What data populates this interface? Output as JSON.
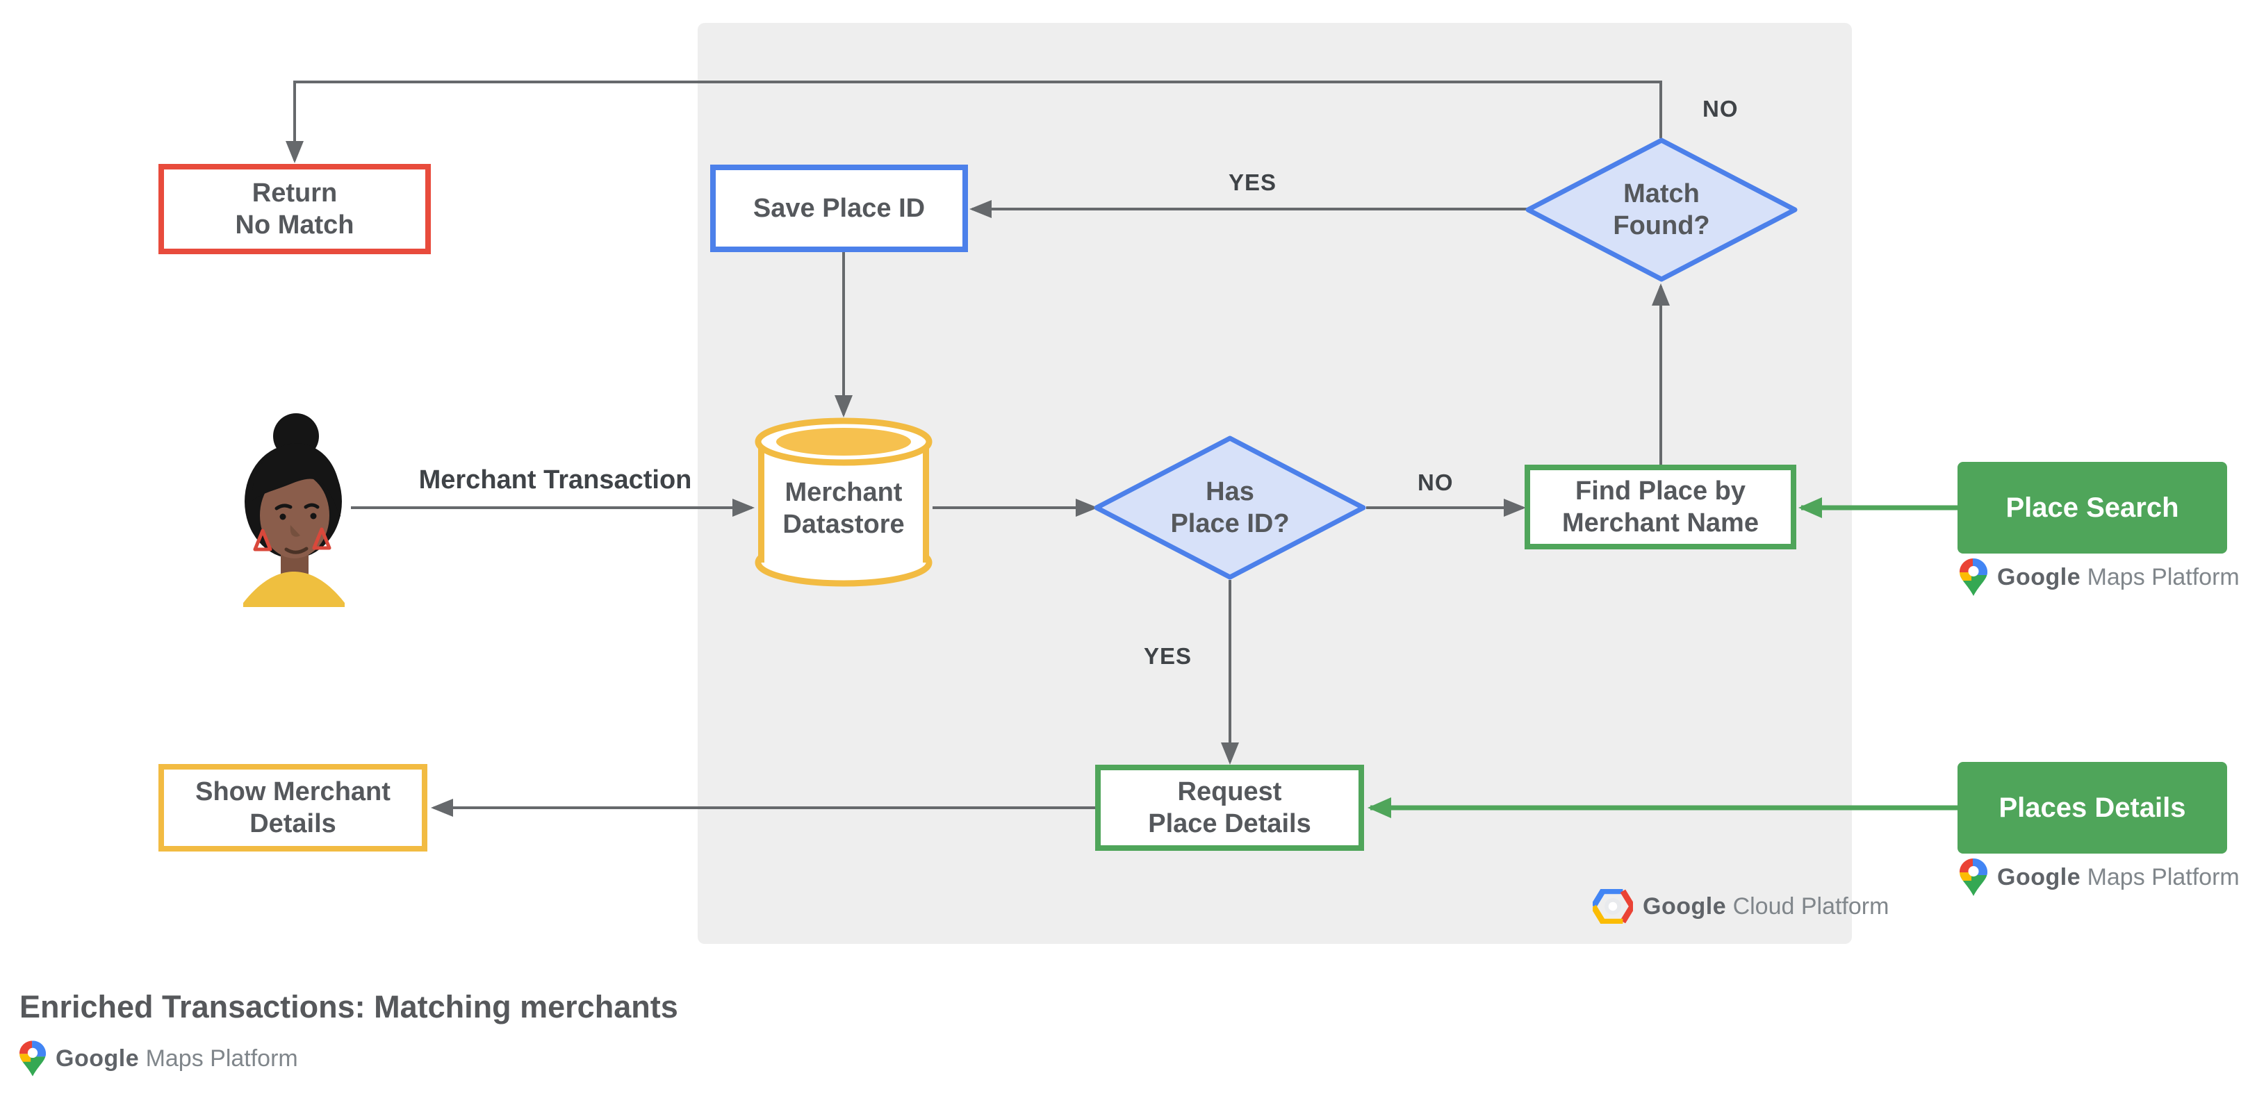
{
  "title": "Enriched Transactions: Matching merchants",
  "nodes": {
    "return_no_match": {
      "lines": [
        "Return",
        "No Match"
      ]
    },
    "save_place_id": {
      "label": "Save Place ID"
    },
    "match_found": {
      "lines": [
        "Match",
        "Found?"
      ]
    },
    "merchant_datastore": {
      "lines": [
        "Merchant",
        "Datastore"
      ]
    },
    "has_place_id": {
      "lines": [
        "Has",
        "Place ID?"
      ]
    },
    "find_place_by_merchant_name": {
      "lines": [
        "Find Place by",
        "Merchant Name"
      ]
    },
    "request_place_details": {
      "lines": [
        "Request",
        "Place Details"
      ]
    },
    "show_merchant_details": {
      "lines": [
        "Show Merchant",
        "Details"
      ]
    },
    "place_search": {
      "label": "Place Search"
    },
    "places_details": {
      "label": "Places Details"
    }
  },
  "edge_labels": {
    "yes_to_save": "YES",
    "no_to_return": "NO",
    "no_to_find": "NO",
    "yes_to_request": "YES"
  },
  "actor": {
    "label": "Merchant Transaction"
  },
  "logos": {
    "gmp": {
      "name": "Google",
      "suffix": "Maps Platform"
    },
    "gcp": {
      "name": "Google",
      "suffix": "Cloud Platform"
    }
  },
  "colors": {
    "panel": "#EEEEEE",
    "red_border": "#E84B3C",
    "blue_border": "#4C80EA",
    "diamond_fill": "#D7E1F9",
    "yellow_border": "#F2BB42",
    "yellow_fill": "#F6C14F",
    "green": "#4FA55A",
    "arrow_gray": "#66696C",
    "node_text": "#55585C",
    "google_red": "#EA4335",
    "google_blue": "#4285F4",
    "google_yellow": "#FBBC04",
    "google_green": "#34A853"
  }
}
